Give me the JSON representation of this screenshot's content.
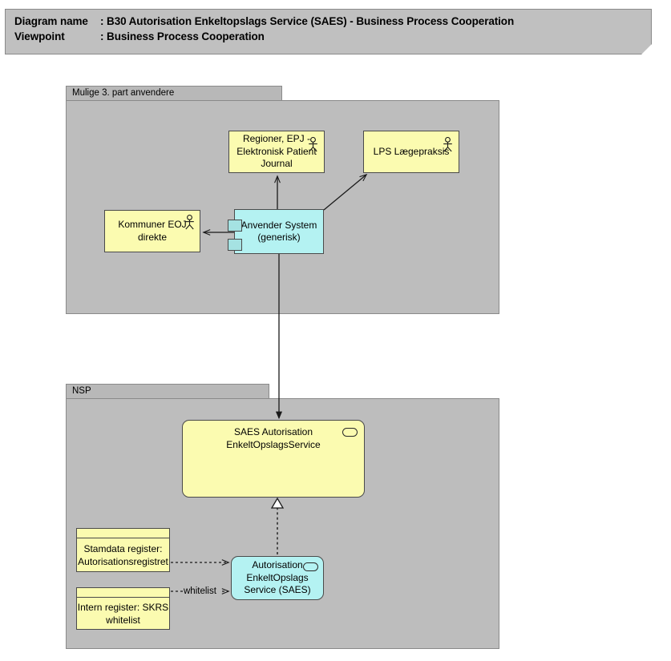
{
  "title_banner": {
    "row1_key": "Diagram name",
    "row1_sep": ": ",
    "row1_value": "B30 Autorisation Enkeltopslags Service (SAES) - Business Process Cooperation",
    "row2_key": "Viewpoint",
    "row2_sep": ": ",
    "row2_value": "Business Process Cooperation"
  },
  "groups": {
    "third_party": {
      "label": "Mulige 3. part anvendere"
    },
    "nsp": {
      "label": "NSP"
    }
  },
  "nodes": {
    "regioner": {
      "label": "Regioner, EPJ - Elektronisk Patient Journal",
      "icon": "business-actor-icon",
      "fill": "#fbfbb0"
    },
    "lps": {
      "label": "LPS Lægepraksis",
      "icon": "business-actor-icon",
      "fill": "#fbfbb0"
    },
    "kommuner": {
      "label": "Kommuner EOJ direkte",
      "icon": "business-actor-icon",
      "fill": "#fbfbb0"
    },
    "anvender_system": {
      "label": "Anvender System (generisk)",
      "icon": "component-icon",
      "fill": "#b4f2f2"
    },
    "saes_service": {
      "label": "SAES Autorisation EnkeltOpslagsService",
      "icon": "service-oval-icon",
      "fill": "#fbfbb0"
    },
    "autorisation_saes": {
      "label": "Autorisation EnkeltOpslags Service (SAES)",
      "icon": "service-oval-icon",
      "fill": "#b4f2f2"
    },
    "stamdata_register": {
      "label": "Stamdata register: Autorisationsregistret",
      "icon": "artifact-icon",
      "fill": "#fbfbb0"
    },
    "skrs_register": {
      "label": "Intern register: SKRS whitelist",
      "icon": "artifact-icon",
      "fill": "#fbfbb0"
    }
  },
  "edges": {
    "whitelist_label": "whitelist"
  },
  "colors": {
    "canvas": "#ffffff",
    "banner_fill": "#c0c0c0",
    "group_fill": "#bdbdbd",
    "group_tab_fill": "#b8b8b8",
    "border": "#8a8a8a",
    "node_yellow": "#fbfbb0",
    "node_cyan": "#b4f2f2",
    "line": "#1a1a1a"
  }
}
